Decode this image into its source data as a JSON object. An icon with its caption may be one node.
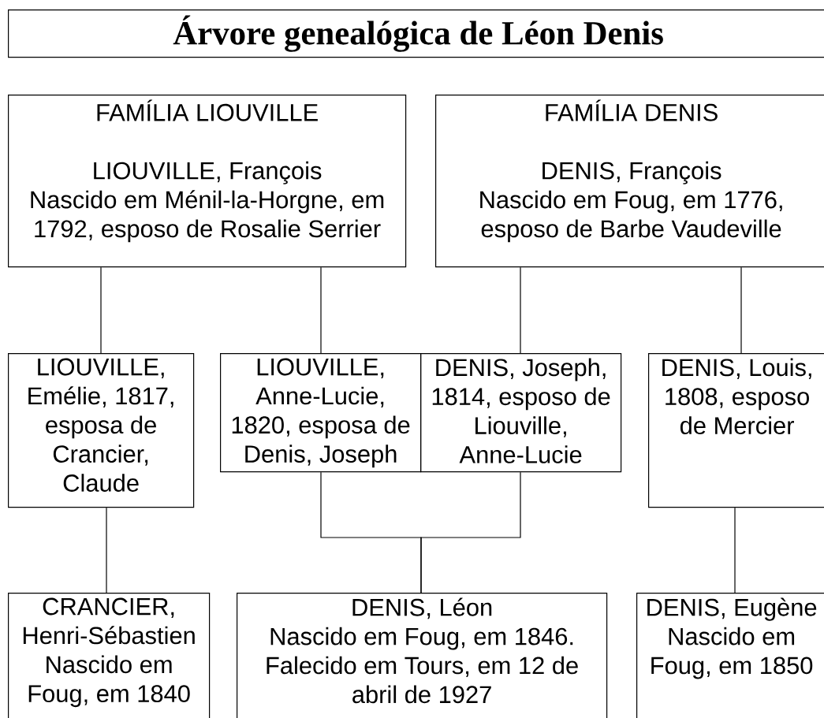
{
  "diagram": {
    "title": "Árvore genealógica de Léon Denis",
    "nodes": [
      {
        "text": [
          "FAMÍLIA LIOUVILLE",
          "LIOUVILLE, François",
          "Nascido em Ménil-la-Horgne, em 1792, esposo de Rosalie Serrier"
        ]
      },
      {
        "text": [
          "FAMÍLIA DENIS",
          "DENIS, François",
          "Nascido em Foug, em 1776, esposo de Barbe Vaudeville"
        ]
      },
      {
        "text": [
          "LIOUVILLE, Emélie, 1817, esposa de Crancier, Claude"
        ]
      },
      {
        "text": [
          "LIOUVILLE, Anne-Lucie, 1820, esposa de Denis, Joseph"
        ]
      },
      {
        "text": [
          "DENIS, Joseph, 1814, esposo de Liouville, Anne-Lucie"
        ]
      },
      {
        "text": [
          "DENIS, Louis, 1808, esposo de Mercier"
        ]
      },
      {
        "text": [
          "CRANCIER, Henri-Sébastien",
          "Nascido em Foug, em 1840"
        ]
      },
      {
        "text": [
          "DENIS, Léon",
          "Nascido em Foug, em 1846. Falecido em Tours, em 12 de abril de 1927"
        ]
      },
      {
        "text": [
          "DENIS, Eugène",
          "Nascido em Foug, em 1850"
        ]
      }
    ],
    "edges": [
      {
        "from": 0,
        "to": 2,
        "arrow": "none"
      },
      {
        "from": 0,
        "to": 3,
        "arrow": "none"
      },
      {
        "from": 1,
        "to": 4,
        "arrow": "none"
      },
      {
        "from": 1,
        "to": 5,
        "arrow": "none"
      },
      {
        "from": 2,
        "to": 6,
        "arrow": "none"
      },
      {
        "from": 3,
        "to": 7,
        "arrow": "none"
      },
      {
        "from": 4,
        "to": 7,
        "arrow": "none"
      },
      {
        "from": 5,
        "to": 8,
        "arrow": "none"
      }
    ]
  }
}
